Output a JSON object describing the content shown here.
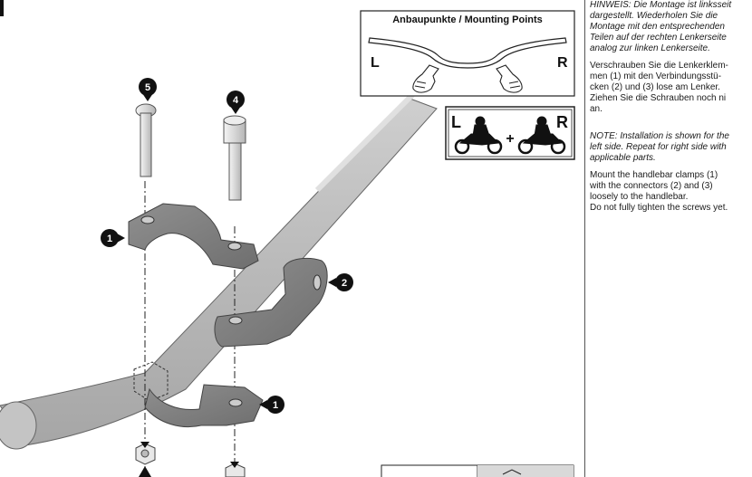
{
  "mounting_box": {
    "title": "Anbaupunkte / Mounting Points",
    "left_label": "L",
    "right_label": "R"
  },
  "symbol_box": {
    "left_label": "L",
    "right_label": "R",
    "plus": "+"
  },
  "callouts": {
    "clamp_upper": "1",
    "connector": "2",
    "screw_long": "4",
    "screw_round": "5",
    "clamp_lower": "1"
  },
  "icons": [
    "hand-pointer-icon",
    "motorcycle-rider-icon",
    "nut-icon",
    "screw-icon"
  ],
  "text": {
    "de_note": [
      "HINWEIS: Die Montage ist linksseit",
      "dargestellt. Wiederholen Sie die",
      "Montage mit den entsprechenden",
      "Teilen auf der rechten Lenkerseite",
      "analog zur linken Lenkerseite."
    ],
    "de_instr": [
      "Verschrauben Sie die Lenkerklem-",
      "men (1) mit den Verbindungsstü-",
      "cken (2) und (3) lose am Lenker.",
      "Ziehen Sie die Schrauben noch ni",
      "an."
    ],
    "en_note": [
      "NOTE: Installation is shown for the",
      "left side. Repeat for right side with",
      "applicable parts."
    ],
    "en_instr": [
      "Mount the handlebar clamps (1)",
      "with the connectors (2) and (3)",
      "loosely to the handlebar.",
      "Do not fully tighten the screws yet."
    ]
  }
}
